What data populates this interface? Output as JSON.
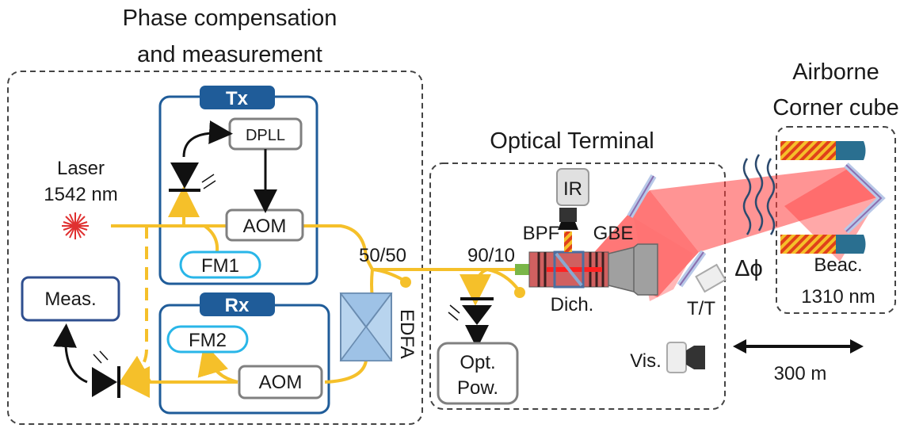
{
  "sections": {
    "phase_title_1": "Phase compensation",
    "phase_title_2": "and measurement",
    "optical_terminal_title": "Optical Terminal",
    "airborne_title_1": "Airborne",
    "airborne_title_2": "Corner cube"
  },
  "components": {
    "tx": "Tx",
    "rx": "Rx",
    "dpll": "DPLL",
    "aom_tx": "AOM",
    "aom_rx": "AOM",
    "fm1": "FM1",
    "fm2": "FM2",
    "meas": "Meas.",
    "laser": "Laser",
    "laser_wavelength": "1542 nm",
    "edfa": "EDFA",
    "splitter_5050": "50/50",
    "splitter_9010": "90/10",
    "opt_pow_1": "Opt.",
    "opt_pow_2": "Pow.",
    "ir": "IR",
    "bpf": "BPF",
    "gbe": "GBE",
    "dich": "Dich.",
    "tt": "T/T",
    "vis": "Vis.",
    "delta_phi": "Δϕ",
    "beacon": "Beac.",
    "beacon_wavelength": "1310 nm",
    "distance": "300 m"
  },
  "colors": {
    "fiber": "#f5c02a",
    "box_blue": "#1f5c99",
    "header_blue": "#1f5c99",
    "fm_cyan": "#29b6e8",
    "beam_red": "#ff3d3d",
    "grey_box": "#808080",
    "meas_border": "#2f4f8f"
  }
}
